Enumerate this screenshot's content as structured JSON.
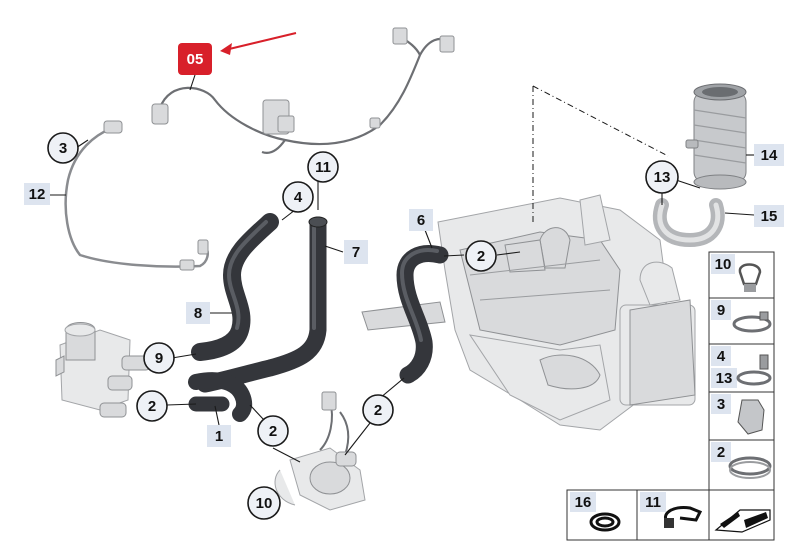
{
  "badge": {
    "label": "05",
    "color": "#d8202a"
  },
  "callouts": {
    "c3": "3",
    "c12": "12",
    "c4": "4",
    "c11": "11",
    "c7": "7",
    "c8": "8",
    "c9": "9",
    "c2a": "2",
    "c1": "1",
    "c2b": "2",
    "c10": "10",
    "c2c": "2",
    "c6": "6",
    "c2d": "2",
    "c13": "13",
    "c14": "14",
    "c15": "15"
  },
  "legend": {
    "items": [
      "10",
      "9",
      "4",
      "13",
      "3",
      "2",
      "16",
      "11"
    ]
  },
  "colors": {
    "hose": "#34363b",
    "callout_fill": "#eef1f6",
    "label_bg": "#dde4ef"
  }
}
